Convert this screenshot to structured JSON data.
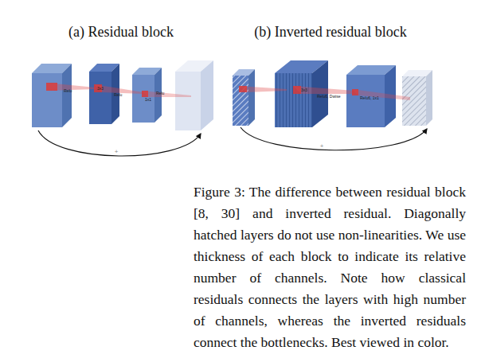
{
  "diagram": {
    "caption": "Figure 3: The difference between residual block [8, 30] and inverted residual. Diagonally hatched layers do not use non-linearities. We use thickness of each block to indicate its relative number of channels. Note how classical residuals connects the layers with high number of channels, whereas the inverted residuals connect the bottlenecks. Best viewed in color.",
    "labels": [
      "(a) Residual block",
      "(b) Inverted residual block",
      "Relu",
      "3x3",
      "Relu",
      "1x1",
      "Relu",
      "3x3",
      "Relu6, Dwise",
      "Relu6, 1x1",
      "+",
      "+"
    ]
  }
}
